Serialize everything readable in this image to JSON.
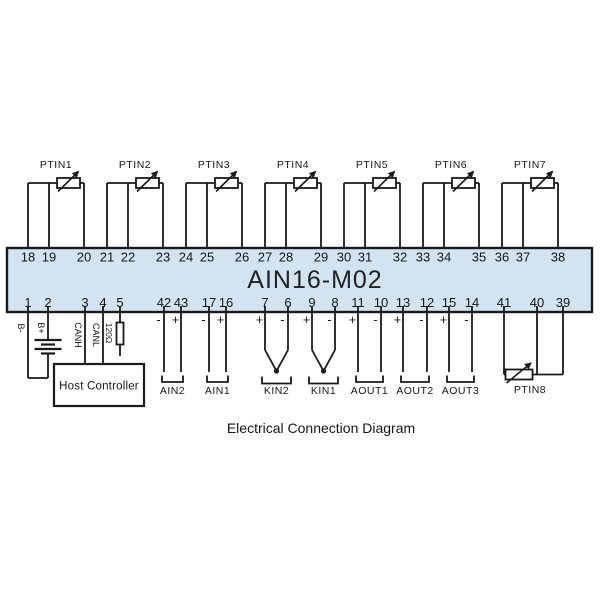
{
  "diagram": {
    "title": "AIN16-M02",
    "caption": "Electrical Connection Diagram",
    "colors": {
      "module_fill": "#d2e4f1",
      "line": "#1a1a1a"
    },
    "top_groups": [
      {
        "label": "PTIN1",
        "terminals": [
          "18",
          "19",
          "20"
        ]
      },
      {
        "label": "PTIN2",
        "terminals": [
          "21",
          "22",
          "23"
        ]
      },
      {
        "label": "PTIN3",
        "terminals": [
          "24",
          "25",
          "26"
        ]
      },
      {
        "label": "PTIN4",
        "terminals": [
          "27",
          "28",
          "29"
        ]
      },
      {
        "label": "PTIN5",
        "terminals": [
          "30",
          "31",
          "32"
        ]
      },
      {
        "label": "PTIN6",
        "terminals": [
          "33",
          "34",
          "35"
        ]
      },
      {
        "label": "PTIN7",
        "terminals": [
          "36",
          "37",
          "38"
        ]
      }
    ],
    "bottom": {
      "battery": {
        "terminals": [
          {
            "num": "1",
            "label": "B-"
          },
          {
            "num": "2",
            "label": "B+"
          }
        ]
      },
      "can": {
        "terminals": [
          {
            "num": "3",
            "label": "CANH"
          },
          {
            "num": "4",
            "label": "CANL"
          }
        ]
      },
      "termination": {
        "num": "5",
        "label": "120Ω"
      },
      "host_controller": {
        "label": "Host Controller"
      },
      "signal_groups": [
        {
          "label": "AIN2",
          "type": "bracket",
          "terminals": [
            {
              "num": "42",
              "sign": "-"
            },
            {
              "num": "43",
              "sign": "+"
            }
          ]
        },
        {
          "label": "AIN1",
          "type": "bracket",
          "terminals": [
            {
              "num": "17",
              "sign": "-"
            },
            {
              "num": "16",
              "sign": "+"
            }
          ]
        },
        {
          "label": "KIN2",
          "type": "probe",
          "terminals": [
            {
              "num": "7",
              "sign": "+"
            },
            {
              "num": "6",
              "sign": "-"
            }
          ]
        },
        {
          "label": "KIN1",
          "type": "probe",
          "terminals": [
            {
              "num": "9",
              "sign": "+"
            },
            {
              "num": "8",
              "sign": "-"
            }
          ]
        },
        {
          "label": "AOUT1",
          "type": "bracket",
          "terminals": [
            {
              "num": "11",
              "sign": "+"
            },
            {
              "num": "10",
              "sign": "-"
            }
          ]
        },
        {
          "label": "AOUT2",
          "type": "bracket",
          "terminals": [
            {
              "num": "13",
              "sign": "+"
            },
            {
              "num": "12",
              "sign": "-"
            }
          ]
        },
        {
          "label": "AOUT3",
          "type": "bracket",
          "terminals": [
            {
              "num": "15",
              "sign": "+"
            },
            {
              "num": "14",
              "sign": "-"
            }
          ]
        }
      ],
      "ptin8": {
        "label": "PTIN8",
        "terminals": [
          "41",
          "40",
          "39"
        ]
      }
    }
  }
}
